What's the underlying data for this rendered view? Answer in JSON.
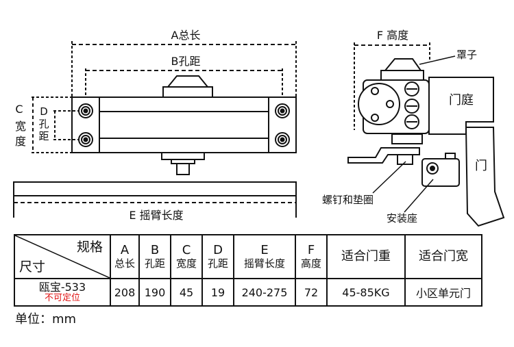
{
  "diagram": {
    "labels": {
      "a_total": "A总长",
      "b_hole": "B孔距",
      "c_letter": "C",
      "c_wide1": "宽",
      "c_wide2": "度",
      "d_letter": "D",
      "d_hole1": "孔",
      "d_hole2": "距",
      "e_arm": "E 摇臂长度",
      "f_height": "F 高度",
      "cover": "罩子",
      "door_frame": "门庭",
      "door": "门",
      "screw": "螺钉和垫圈",
      "mount": "安装座"
    }
  },
  "table": {
    "corner_top": "规格",
    "corner_bottom": "尺寸",
    "headers": [
      {
        "top": "A",
        "sub": "总长"
      },
      {
        "top": "B",
        "sub": "孔距"
      },
      {
        "top": "C",
        "sub": "宽度"
      },
      {
        "top": "D",
        "sub": "孔距"
      },
      {
        "top": "E",
        "sub": "摇臂长度"
      },
      {
        "top": "F",
        "sub": "高度"
      },
      {
        "top": "适合门重",
        "sub": ""
      },
      {
        "top": "适合门宽",
        "sub": ""
      }
    ],
    "row": {
      "model": "瓯宝-533",
      "note": "不可定位",
      "values": [
        "208",
        "190",
        "45",
        "19",
        "240-275",
        "72",
        "45-85KG",
        "小区单元门"
      ]
    }
  },
  "unit": "单位：mm",
  "colors": {
    "line": "#111111",
    "note": "#e01010",
    "bg": "#ffffff"
  }
}
